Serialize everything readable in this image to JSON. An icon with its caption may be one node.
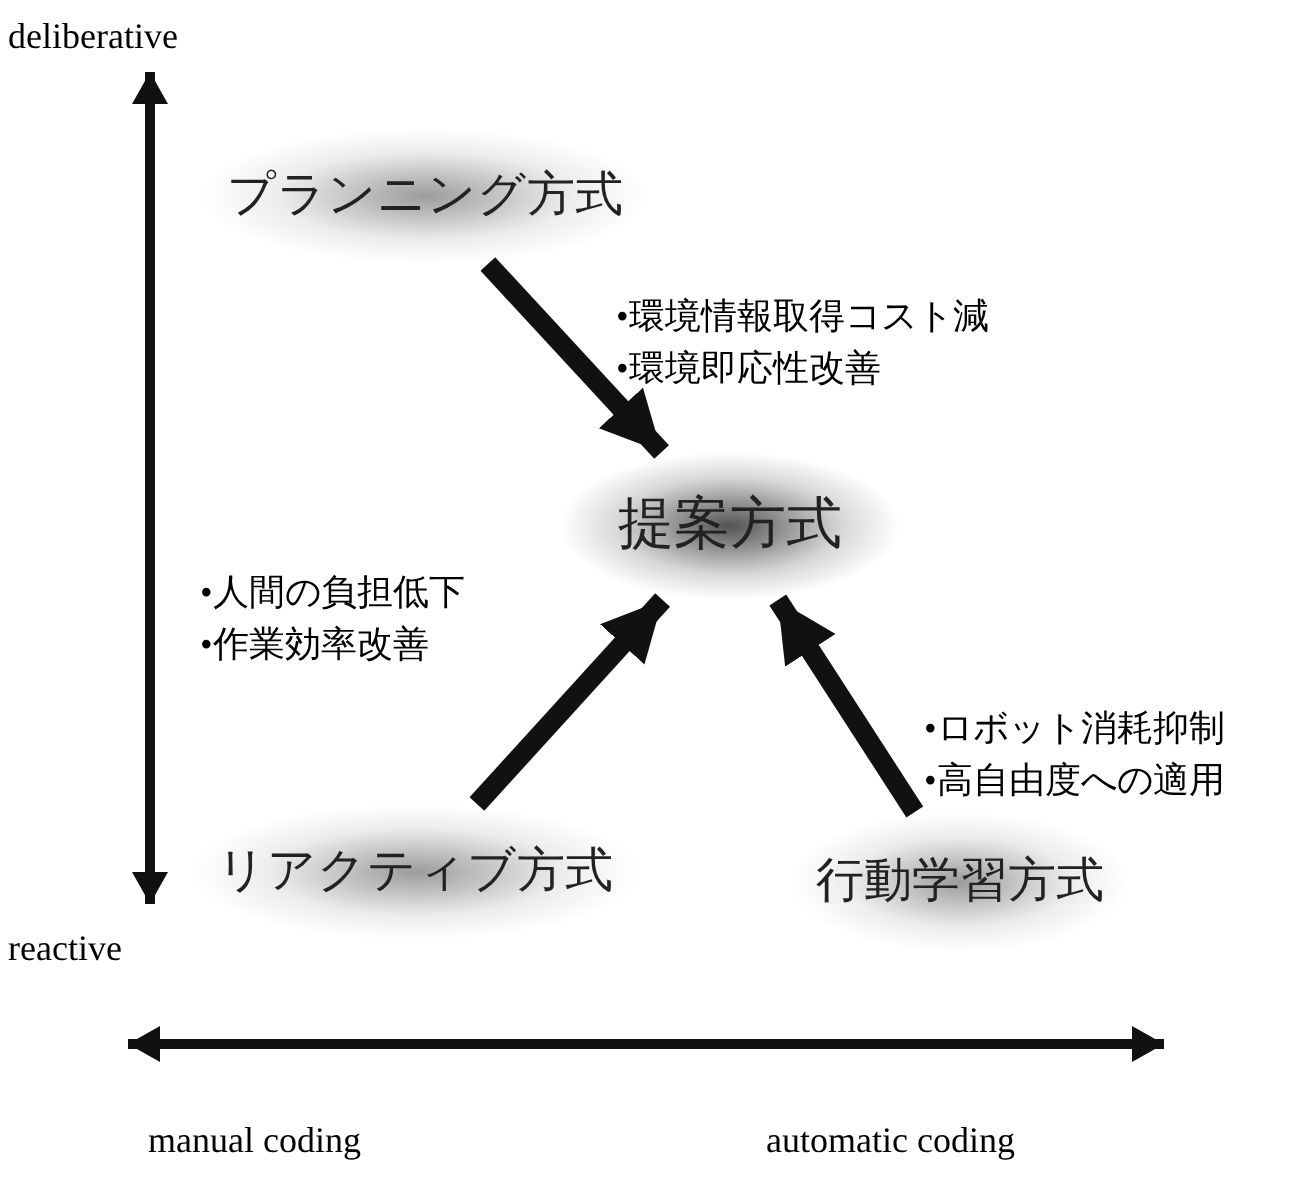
{
  "diagram": {
    "nodes": [
      {
        "text": [
          "プランニング方式"
        ]
      },
      {
        "text": [
          "提案方式"
        ]
      },
      {
        "text": [
          "リアクティブ方式"
        ]
      },
      {
        "text": [
          "行動学習方式"
        ]
      }
    ],
    "edges": [
      {
        "from": 0,
        "to": 1,
        "arrow": "to"
      },
      {
        "from": 2,
        "to": 1,
        "arrow": "to"
      },
      {
        "from": 3,
        "to": 1,
        "arrow": "to"
      }
    ],
    "labels": [
      "deliberative",
      "•環境情報取得コスト減",
      "•環境即応性改善",
      "•人間の負担低下",
      "•作業効率改善",
      "•ロボット消耗抑制",
      "•高自由度への適用",
      "reactive",
      "manual coding",
      "automatic coding"
    ]
  }
}
